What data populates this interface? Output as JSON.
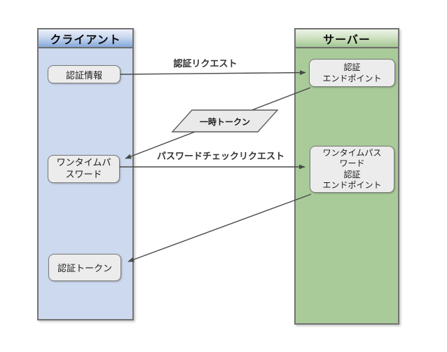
{
  "diagram": {
    "title_implied": "",
    "client": {
      "title": "クライアント",
      "boxes": {
        "auth_info": {
          "lines": [
            "認証情報"
          ]
        },
        "otp": {
          "lines": [
            "ワンタイムパ",
            "スワード"
          ]
        },
        "auth_token": {
          "lines": [
            "認証トークン"
          ]
        }
      }
    },
    "server": {
      "title": "サーバー",
      "boxes": {
        "auth_endpoint": {
          "lines": [
            "認証",
            "エンドポイント"
          ]
        },
        "otp_auth_endpoint": {
          "lines": [
            "ワンタイムパス",
            "ワード",
            "認証",
            "エンドポイント"
          ]
        }
      }
    },
    "flows": {
      "auth_request": "認証リクエスト",
      "password_check_request": "パスワードチェックリクエスト",
      "temp_token": "一時トークン"
    },
    "colors": {
      "client_header_top": "#eaf0fa",
      "client_header_bottom": "#85a8d9",
      "client_body": "#cdd9ee",
      "server_header_top": "#ecf3e6",
      "server_header_bottom": "#a3c693",
      "server_body": "#a9cb99",
      "node_fill": "#ececec",
      "node_border": "#7a7a7a",
      "arrow": "#4a4a4a"
    }
  }
}
